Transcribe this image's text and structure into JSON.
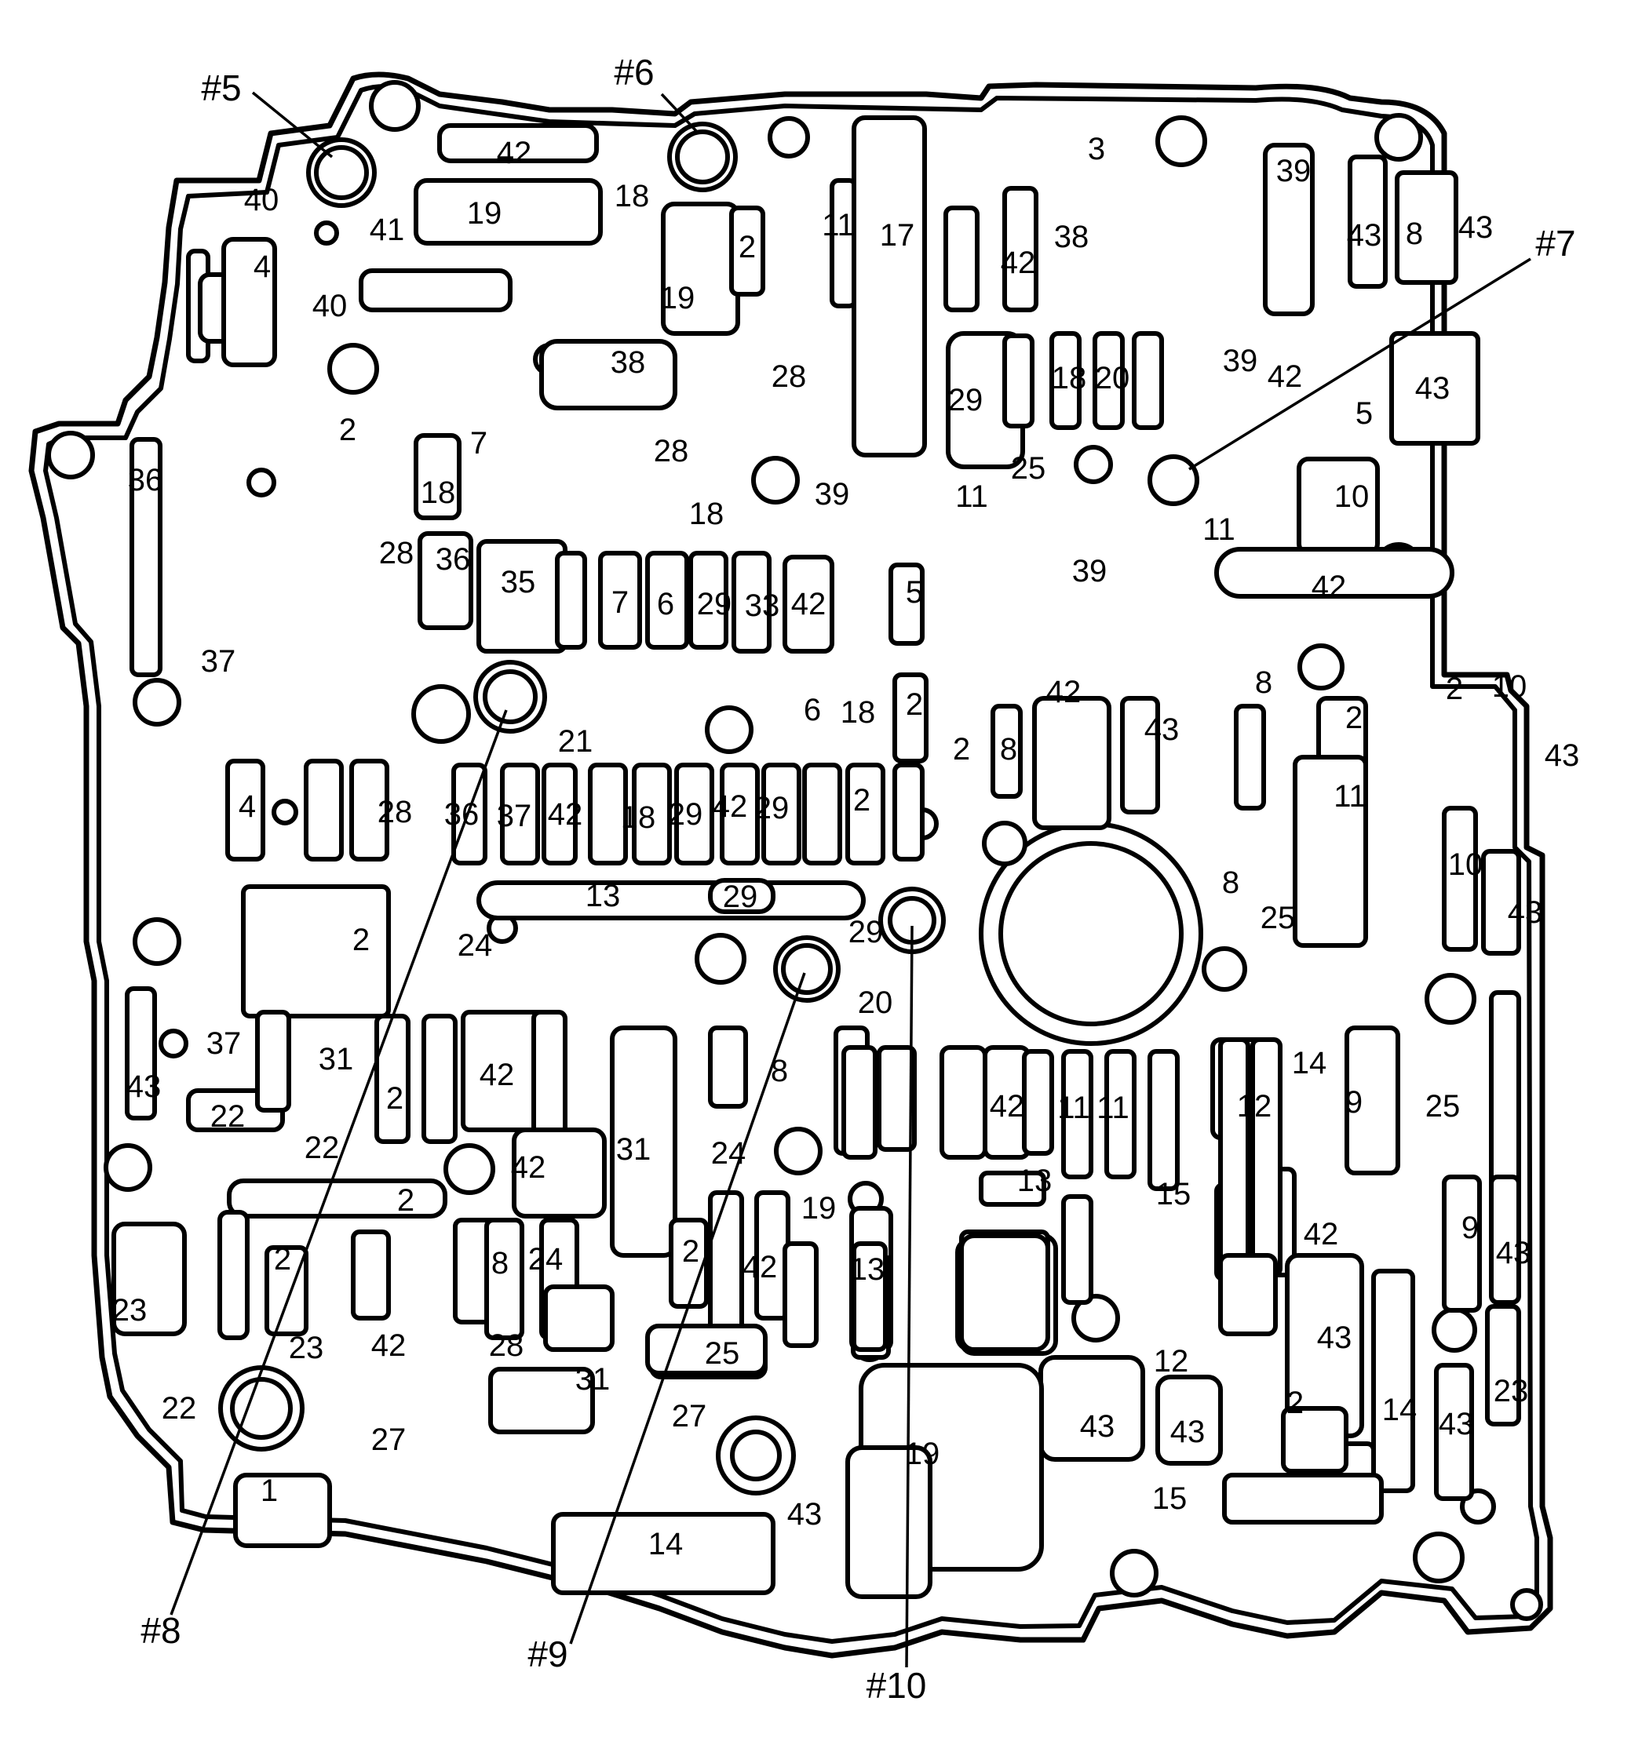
{
  "callouts": [
    {
      "id": "5",
      "text": "#5"
    },
    {
      "id": "6",
      "text": "#6"
    },
    {
      "id": "7",
      "text": "#7"
    },
    {
      "id": "8",
      "text": "#8"
    },
    {
      "id": "9",
      "text": "#9"
    },
    {
      "id": "10",
      "text": "#10"
    }
  ],
  "passage_numbers": [
    "42",
    "40",
    "19",
    "18",
    "41",
    "2",
    "11",
    "17",
    "42",
    "38",
    "3",
    "39",
    "43",
    "8",
    "43",
    "4",
    "40",
    "19",
    "38",
    "28",
    "29",
    "18",
    "20",
    "39",
    "42",
    "43",
    "5",
    "36",
    "2",
    "18",
    "7",
    "28",
    "25",
    "11",
    "18",
    "39",
    "11",
    "10",
    "28",
    "36",
    "35",
    "7",
    "6",
    "29",
    "33",
    "42",
    "5",
    "39",
    "42",
    "37",
    "21",
    "6",
    "18",
    "2",
    "2",
    "42",
    "8",
    "8",
    "2",
    "10",
    "43",
    "43",
    "2",
    "4",
    "28",
    "36",
    "37",
    "42",
    "18",
    "29",
    "42",
    "29",
    "2",
    "11",
    "13",
    "29",
    "8",
    "10",
    "43",
    "2",
    "24",
    "29",
    "20",
    "25",
    "37",
    "31",
    "42",
    "2",
    "8",
    "42",
    "11",
    "11",
    "12",
    "14",
    "9",
    "25",
    "43",
    "22",
    "22",
    "2",
    "42",
    "31",
    "24",
    "13",
    "15",
    "9",
    "2",
    "8",
    "24",
    "2",
    "42",
    "19",
    "13",
    "42",
    "43",
    "23",
    "23",
    "42",
    "28",
    "31",
    "25",
    "27",
    "12",
    "43",
    "2",
    "22",
    "27",
    "43",
    "43",
    "14",
    "43",
    "23",
    "1",
    "19",
    "43",
    "14",
    "15"
  ]
}
